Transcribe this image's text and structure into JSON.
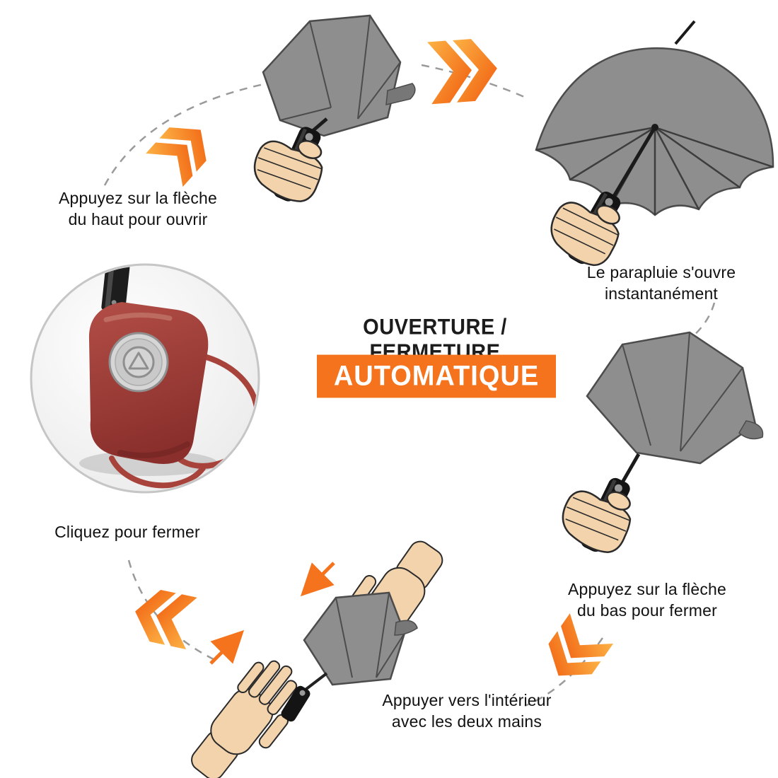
{
  "page": {
    "background": "#FFFFFF"
  },
  "title": {
    "heading": "OUVERTURE / FERMETURE",
    "badge": "AUTOMATIQUE"
  },
  "steps": {
    "open_top": {
      "line1": "Appuyez sur la flèche",
      "line2": "du haut pour ouvrir"
    },
    "opens_instantly": {
      "line1": "Le parapluie s'ouvre",
      "line2": "instantanément"
    },
    "click_to_close": "Cliquez pour fermer",
    "close_bottom": {
      "line1": "Appuyez sur la flèche",
      "line2": "du bas pour fermer"
    },
    "push_inward": {
      "line1": "Appuyer vers l'intérieur",
      "line2": "avec les deux mains"
    }
  },
  "graphics": {
    "arrow_icon": "double-chevron-icon",
    "connector_style": "dashed-curve",
    "illustrations": [
      "folded-umbrella-with-hand",
      "open-umbrella-with-hand",
      "inverted-folded-umbrella-with-hand",
      "two-hands-pressing-umbrella",
      "red-handle-button-closeup"
    ]
  },
  "colors": {
    "accent_orange": "#F4731C",
    "umbrella_gray": "#8E8E8E",
    "handle_red": "#9E3B38",
    "skin": "#F2D3AC",
    "text": "#111111",
    "dashed_line": "#9A9A9A"
  }
}
